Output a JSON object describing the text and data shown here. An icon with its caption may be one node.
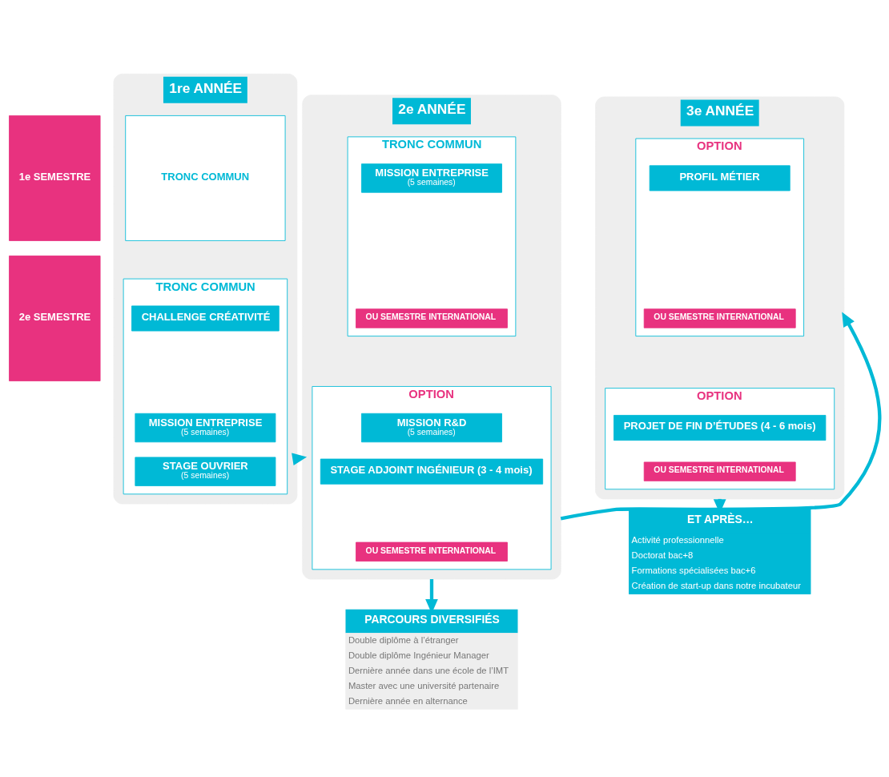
{
  "diagram": {
    "nodes": [
      {
        "text": [
          "1re ANNÉE"
        ]
      },
      {
        "text": [
          "TRONC COMMUN"
        ],
        "in": 0
      },
      {
        "text": [
          "TRONC COMMUN"
        ],
        "in": 0
      },
      {
        "text": [
          "CHALLENGE CRÉATIVITÉ"
        ],
        "in": 2
      },
      {
        "text": [
          "MISSION ENTREPRISE",
          "(5 semaines)"
        ],
        "in": 2
      },
      {
        "text": [
          "STAGE OUVRIER",
          "(5 semaines)"
        ],
        "in": 2
      },
      {
        "text": [
          "2e ANNÉE"
        ]
      },
      {
        "text": [
          "TRONC COMMUN"
        ],
        "in": 6
      },
      {
        "text": [
          "MISSION ENTREPRISE",
          "(5 semaines)"
        ],
        "in": 7
      },
      {
        "text": [
          "OU SEMESTRE INTERNATIONAL"
        ],
        "in": 7
      },
      {
        "text": [
          "OPTION"
        ],
        "in": 6
      },
      {
        "text": [
          "MISSION R&D",
          "(5 semaines)"
        ],
        "in": 10
      },
      {
        "text": [
          "STAGE ADJOINT INGÉNIEUR (3 - 4 mois)"
        ],
        "in": 10
      },
      {
        "text": [
          "OU SEMESTRE INTERNATIONAL"
        ],
        "in": 10
      },
      {
        "text": [
          "3e ANNÉE"
        ]
      },
      {
        "text": [
          "OPTION"
        ],
        "in": 14
      },
      {
        "text": [
          "PROFIL MÉTIER"
        ],
        "in": 15
      },
      {
        "text": [
          "OU SEMESTRE INTERNATIONAL"
        ],
        "in": 15
      },
      {
        "text": [
          "OPTION"
        ],
        "in": 14
      },
      {
        "text": [
          "PROJET DE FIN D’ÉTUDES (4 - 6 mois)"
        ],
        "in": 18
      },
      {
        "text": [
          "OU SEMESTRE INTERNATIONAL"
        ],
        "in": 18
      },
      {
        "text": [
          "PARCOURS DIVERSIFIÉS",
          "Double diplôme à l’étranger",
          "Double diplôme Ingénieur Manager",
          "Dernière année dans une école de l’IMT",
          "Master avec une université partenaire",
          "Dernière année en alternance"
        ]
      },
      {
        "text": [
          "ET APRÈS…",
          "Activité professionnelle",
          "Doctorat bac+8",
          "Formations spécialisées bac+6",
          "Création de start-up dans notre incubateur"
        ]
      },
      {
        "text": [
          "1e SEMESTRE"
        ]
      },
      {
        "text": [
          "2e SEMESTRE"
        ]
      }
    ],
    "edges": [
      {
        "from": 0,
        "to": 6,
        "arrow": "to"
      },
      {
        "from": 6,
        "to": 14,
        "arrow": "to"
      },
      {
        "from": 6,
        "to": 21,
        "arrow": "to"
      },
      {
        "from": 14,
        "to": 22,
        "arrow": "to"
      }
    ]
  }
}
